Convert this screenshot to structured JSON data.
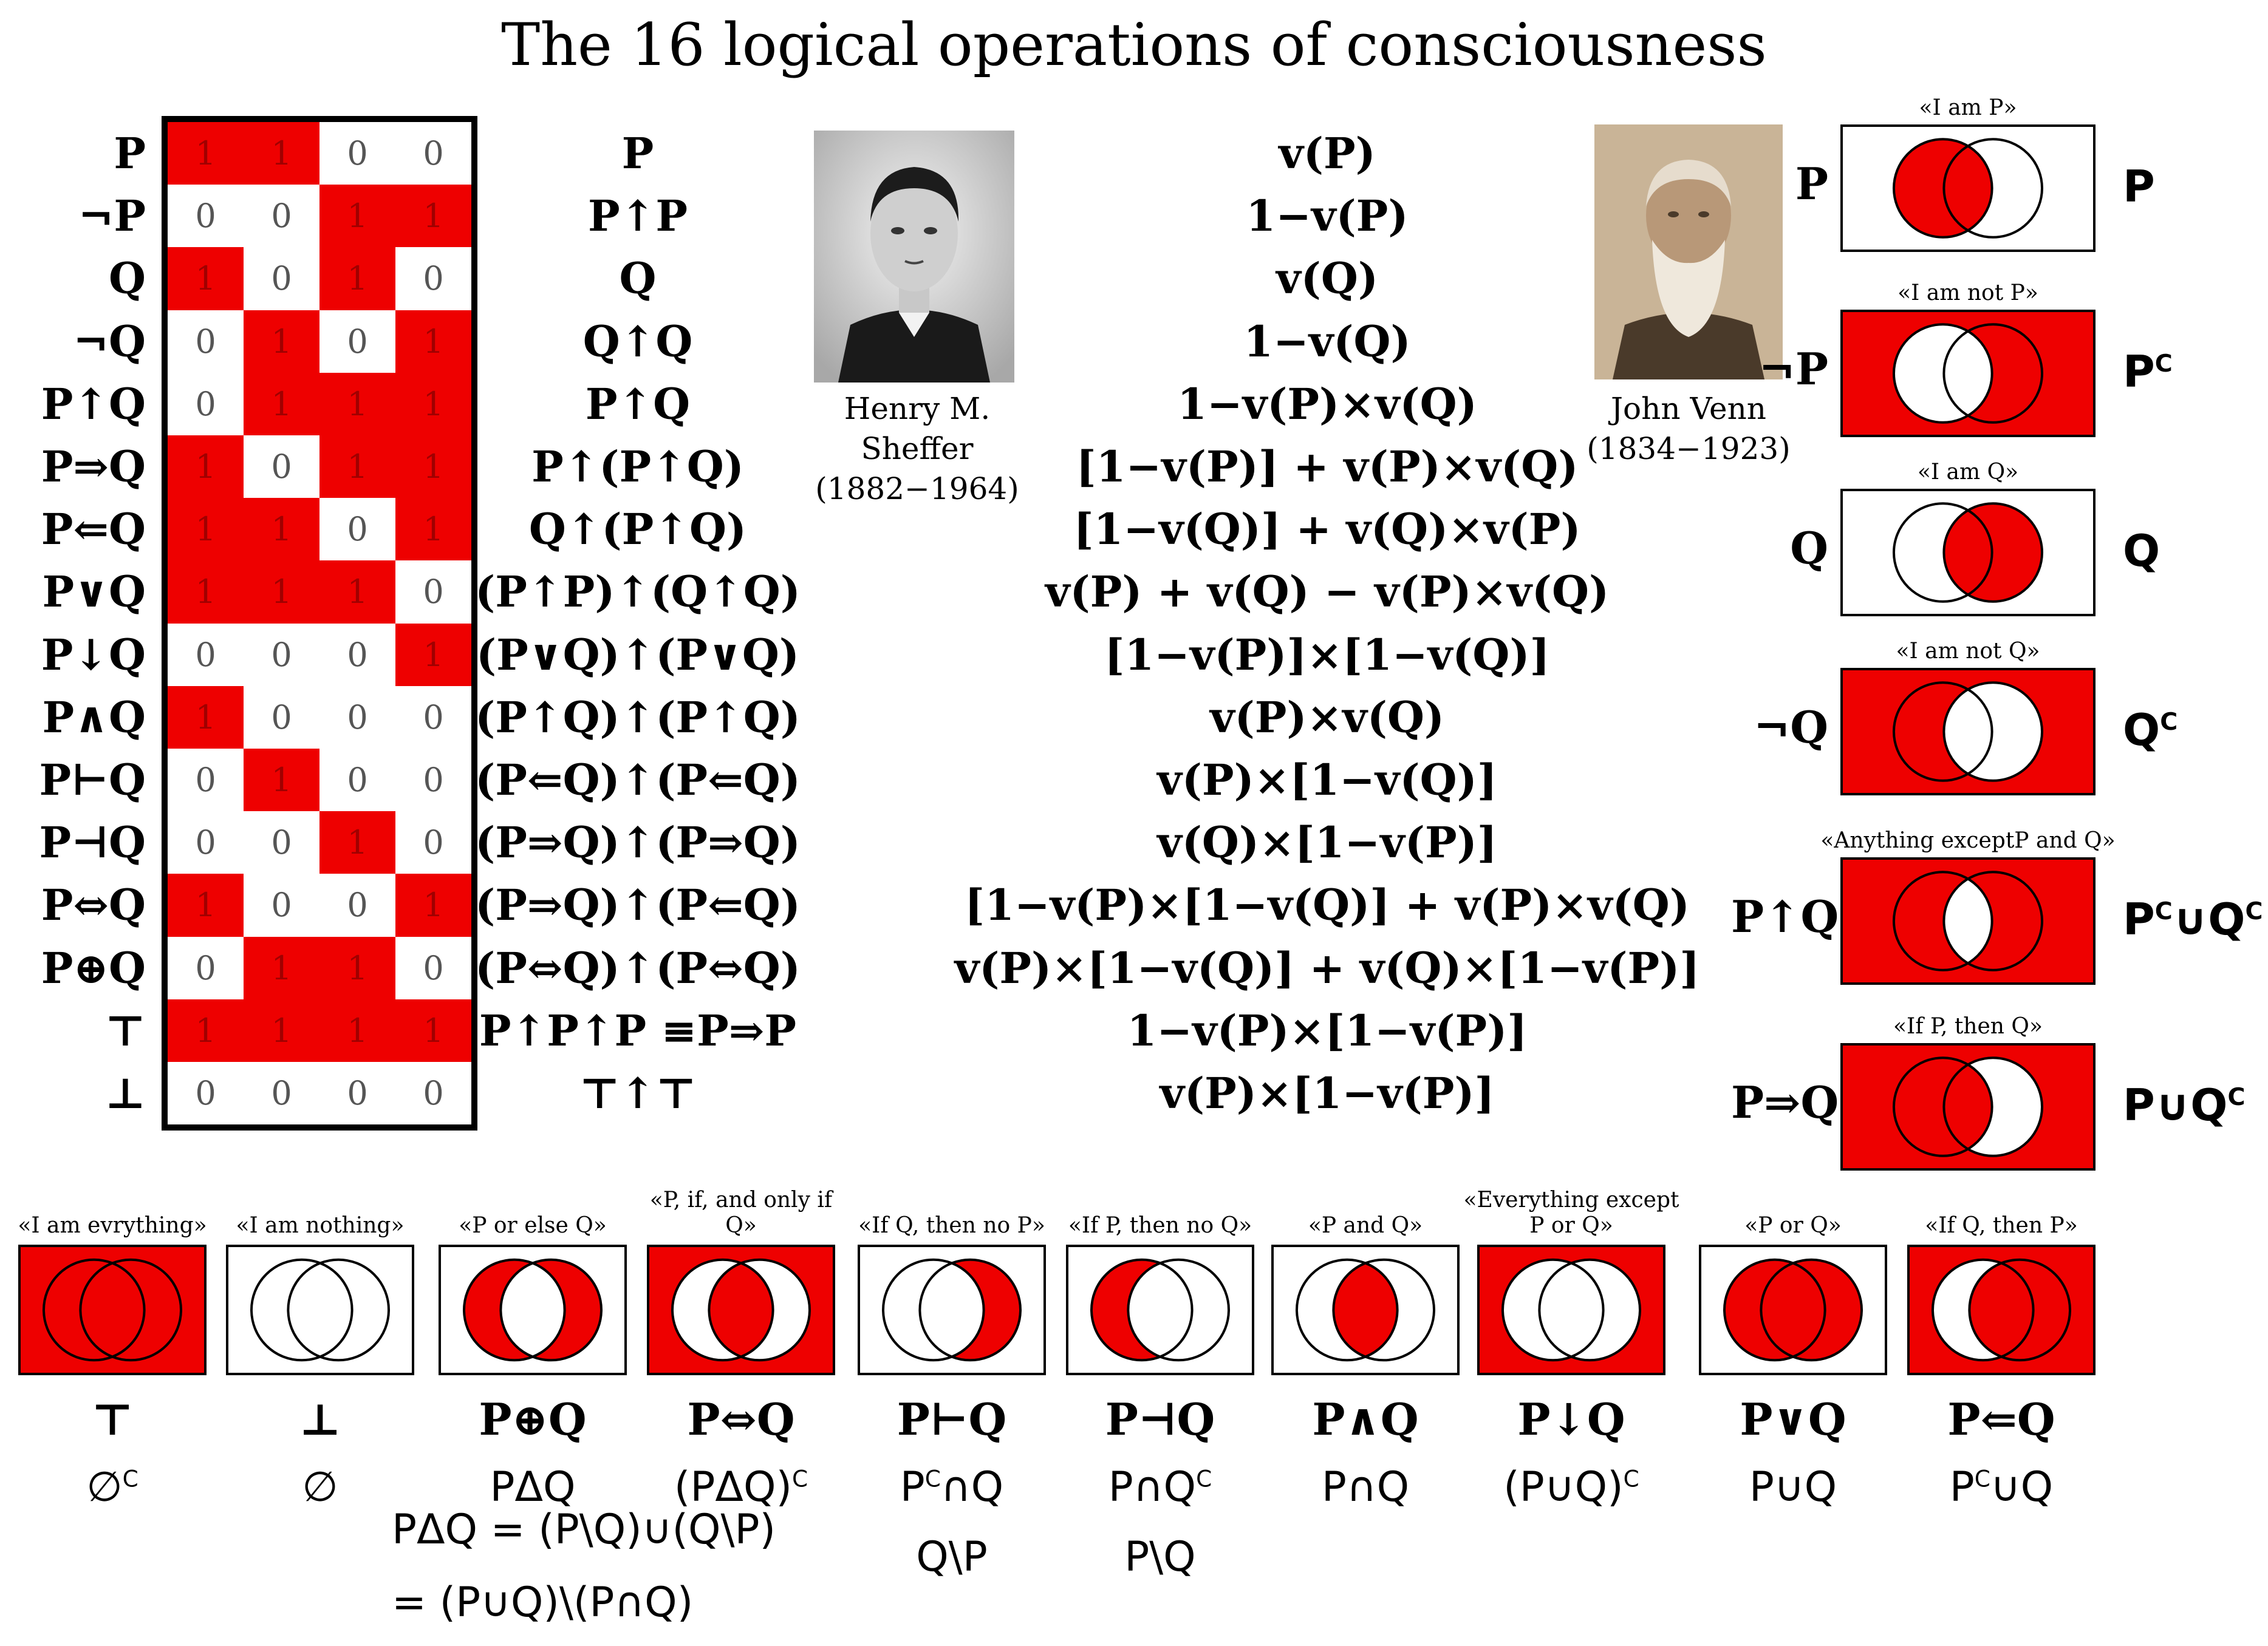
{
  "title": "The 16 logical operations of consciousness",
  "colors": {
    "accent": "#ee0000",
    "ink": "#000000",
    "photo_sepia": "#b9a183"
  },
  "truth_table": {
    "rows": [
      {
        "label": "P",
        "values": [
          1,
          1,
          0,
          0
        ],
        "sheffer": "P",
        "probability": "v(P)"
      },
      {
        "label": "¬P",
        "values": [
          0,
          0,
          1,
          1
        ],
        "sheffer": "P↑P",
        "probability": "1−v(P)"
      },
      {
        "label": "Q",
        "values": [
          1,
          0,
          1,
          0
        ],
        "sheffer": "Q",
        "probability": "v(Q)"
      },
      {
        "label": "¬Q",
        "values": [
          0,
          1,
          0,
          1
        ],
        "sheffer": "Q↑Q",
        "probability": "1−v(Q)"
      },
      {
        "label": "P↑Q",
        "values": [
          0,
          1,
          1,
          1
        ],
        "sheffer": "P↑Q",
        "probability": "1−v(P)×v(Q)"
      },
      {
        "label": "P⇒Q",
        "values": [
          1,
          0,
          1,
          1
        ],
        "sheffer": "P↑(P↑Q)",
        "probability": "[1−v(P)] + v(P)×v(Q)"
      },
      {
        "label": "P⇐Q",
        "values": [
          1,
          1,
          0,
          1
        ],
        "sheffer": "Q↑(P↑Q)",
        "probability": "[1−v(Q)] + v(Q)×v(P)"
      },
      {
        "label": "P∨Q",
        "values": [
          1,
          1,
          1,
          0
        ],
        "sheffer": "(P↑P)↑(Q↑Q)",
        "probability": "v(P) + v(Q) − v(P)×v(Q)"
      },
      {
        "label": "P↓Q",
        "values": [
          0,
          0,
          0,
          1
        ],
        "sheffer": "(P∨Q)↑(P∨Q)",
        "probability": "[1−v(P)]×[1−v(Q)]"
      },
      {
        "label": "P∧Q",
        "values": [
          1,
          0,
          0,
          0
        ],
        "sheffer": "(P↑Q)↑(P↑Q)",
        "probability": "v(P)×v(Q)"
      },
      {
        "label": "P⊢Q",
        "values": [
          0,
          1,
          0,
          0
        ],
        "sheffer": "(P⇐Q)↑(P⇐Q)",
        "probability": "v(P)×[1−v(Q)]"
      },
      {
        "label": "P⊣Q",
        "values": [
          0,
          0,
          1,
          0
        ],
        "sheffer": "(P⇒Q)↑(P⇒Q)",
        "probability": "v(Q)×[1−v(P)]"
      },
      {
        "label": "P⇔Q",
        "values": [
          1,
          0,
          0,
          1
        ],
        "sheffer": "(P⇒Q)↑(P⇐Q)",
        "probability": "[1−v(P)×[1−v(Q)] + v(P)×v(Q)"
      },
      {
        "label": "P⊕Q",
        "values": [
          0,
          1,
          1,
          0
        ],
        "sheffer": "(P⇔Q)↑(P⇔Q)",
        "probability": "v(P)×[1−v(Q)] + v(Q)×[1−v(P)]"
      },
      {
        "label": "⊤",
        "values": [
          1,
          1,
          1,
          1
        ],
        "sheffer": "P↑P↑P ≡P⇒P",
        "probability": "1−v(P)×[1−v(P)]"
      },
      {
        "label": "⊥",
        "values": [
          0,
          0,
          0,
          0
        ],
        "sheffer": "⊤↑⊤",
        "probability": "v(P)×[1−v(P)]"
      }
    ]
  },
  "portraits": [
    {
      "name": "Henry M. Sheffer",
      "years": "(1882−1964)"
    },
    {
      "name": "John Venn",
      "years": "(1834−1923)"
    }
  ],
  "right_venns": [
    {
      "title": "«I am P»",
      "left": "P",
      "right_main": "P",
      "right_sup": "",
      "right_rest": "",
      "fill": {
        "outside": 0,
        "onlyA": 1,
        "both": 1,
        "onlyB": 0
      }
    },
    {
      "title": "«I am not P»",
      "left": "¬P",
      "right_main": "P",
      "right_sup": "C",
      "right_rest": "",
      "fill": {
        "outside": 1,
        "onlyA": 0,
        "both": 0,
        "onlyB": 1
      }
    },
    {
      "title": "«I am Q»",
      "left": "Q",
      "right_main": "Q",
      "right_sup": "",
      "right_rest": "",
      "fill": {
        "outside": 0,
        "onlyA": 0,
        "both": 1,
        "onlyB": 1
      }
    },
    {
      "title": "«I am not Q»",
      "left": "¬Q",
      "right_main": "Q",
      "right_sup": "C",
      "right_rest": "",
      "fill": {
        "outside": 1,
        "onlyA": 1,
        "both": 0,
        "onlyB": 0
      }
    },
    {
      "title": "«Anything exceptP and Q»",
      "left": "P↑Q",
      "right_main": "P",
      "right_sup": "C",
      "right_rest": "∪Q",
      "right_sup2": "C",
      "fill": {
        "outside": 1,
        "onlyA": 1,
        "both": 0,
        "onlyB": 1
      }
    },
    {
      "title": "«If P, then Q»",
      "left": "P⇒Q",
      "right_main": "P",
      "right_sup": "",
      "right_rest": "∪Q",
      "right_sup2": "C",
      "fill": {
        "outside": 1,
        "onlyA": 1,
        "both": 1,
        "onlyB": 0
      }
    }
  ],
  "bottom_venns": [
    {
      "title": "«I am evrything»",
      "op": "⊤",
      "set": "∅",
      "set_sup": "C",
      "set_rest": "",
      "set_sup2": "",
      "fill": {
        "outside": 1,
        "onlyA": 1,
        "both": 1,
        "onlyB": 1
      }
    },
    {
      "title": "«I am nothing»",
      "op": "⊥",
      "set": "∅",
      "set_sup": "",
      "set_rest": "",
      "set_sup2": "",
      "fill": {
        "outside": 0,
        "onlyA": 0,
        "both": 0,
        "onlyB": 0
      }
    },
    {
      "title": "«P or else Q»",
      "op": "P⊕Q",
      "set": "PΔQ",
      "set_sup": "",
      "set_rest": "",
      "set_sup2": "",
      "fill": {
        "outside": 0,
        "onlyA": 1,
        "both": 0,
        "onlyB": 1
      }
    },
    {
      "title": "«P, if, and only if Q»",
      "op": "P⇔Q",
      "set": "(PΔQ)",
      "set_sup": "C",
      "set_rest": "",
      "set_sup2": "",
      "fill": {
        "outside": 1,
        "onlyA": 0,
        "both": 1,
        "onlyB": 0
      }
    },
    {
      "title": "«If Q, then no P»",
      "op": "P⊢Q",
      "set": "P",
      "set_sup": "C",
      "set_rest": "∩Q",
      "set_sup2": "",
      "extra": "Q\\P",
      "fill": {
        "outside": 0,
        "onlyA": 0,
        "both": 0,
        "onlyB": 1
      }
    },
    {
      "title": "«If P, then no Q»",
      "op": "P⊣Q",
      "set": "P∩Q",
      "set_sup": "",
      "set_rest": "",
      "set_sup2": "C",
      "extra": "P\\Q",
      "fill": {
        "outside": 0,
        "onlyA": 1,
        "both": 0,
        "onlyB": 0
      }
    },
    {
      "title": "«P and Q»",
      "op": "P∧Q",
      "set": "P∩Q",
      "set_sup": "",
      "set_rest": "",
      "set_sup2": "",
      "fill": {
        "outside": 0,
        "onlyA": 0,
        "both": 1,
        "onlyB": 0
      }
    },
    {
      "title": "«Everything except P or Q»",
      "op": "P↓Q",
      "set": "(P∪Q)",
      "set_sup": "C",
      "set_rest": "",
      "set_sup2": "",
      "fill": {
        "outside": 1,
        "onlyA": 0,
        "both": 0,
        "onlyB": 0
      }
    },
    {
      "title": "«P or Q»",
      "op": "P∨Q",
      "set": "P∪Q",
      "set_sup": "",
      "set_rest": "",
      "set_sup2": "",
      "fill": {
        "outside": 0,
        "onlyA": 1,
        "both": 1,
        "onlyB": 1
      }
    },
    {
      "title": "«If Q, then P»",
      "op": "P⇐Q",
      "set": "P",
      "set_sup": "C",
      "set_rest": "∪Q",
      "set_sup2": "",
      "fill": {
        "outside": 1,
        "onlyA": 0,
        "both": 1,
        "onlyB": 1
      }
    }
  ],
  "identity": {
    "line1": "PΔQ  =  (P\\Q)∪(Q\\P)",
    "line2": "=  (P∪Q)\\(P∩Q)"
  }
}
